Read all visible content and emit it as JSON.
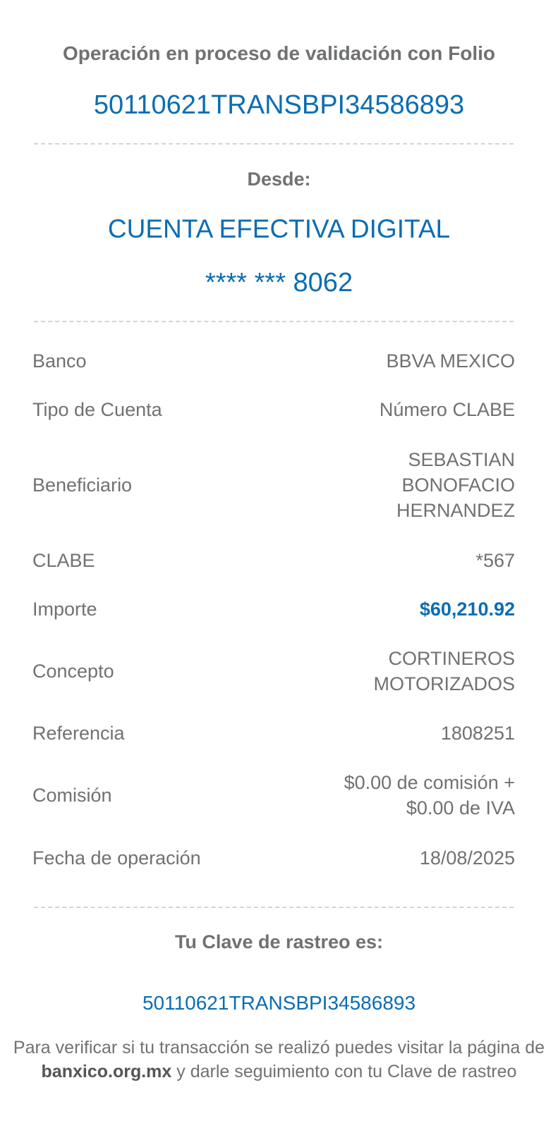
{
  "header": {
    "title": "Operación en proceso de validación con Folio",
    "folio": "50110621TRANSBPI34586893"
  },
  "origin": {
    "label": "Desde:",
    "account_name": "CUENTA EFECTIVA DIGITAL",
    "account_number": "**** *** 8062"
  },
  "details": [
    {
      "label": "Banco",
      "value": [
        "BBVA MEXICO"
      ]
    },
    {
      "label": "Tipo de Cuenta",
      "value": [
        "Número CLABE"
      ]
    },
    {
      "label": "Beneficiario",
      "value": [
        "SEBASTIAN",
        "BONOFACIO",
        "HERNANDEZ"
      ]
    },
    {
      "label": "CLABE",
      "value": [
        "*567"
      ]
    },
    {
      "label": "Importe",
      "value": [
        "$60,210.92"
      ]
    },
    {
      "label": "Concepto",
      "value": [
        "CORTINEROS",
        "MOTORIZADOS"
      ]
    },
    {
      "label": "Referencia",
      "value": [
        "1808251"
      ]
    },
    {
      "label": "Comisión",
      "value": [
        "$0.00 de comisión +",
        "$0.00 de IVA"
      ]
    },
    {
      "label": "Fecha de operación",
      "value": [
        "18/08/2025"
      ]
    }
  ],
  "tracking": {
    "title": "Tu Clave de rastreo es:",
    "code": "50110621TRANSBPI34586893",
    "note_part1": "Para verificar si tu transacción se realizó puedes visitar la página de ",
    "note_link": "banxico.org.mx",
    "note_part2": " y darle seguimiento con tu Clave de rastreo"
  },
  "colors": {
    "accent": "#0b6db3",
    "text": "#6f7173"
  }
}
